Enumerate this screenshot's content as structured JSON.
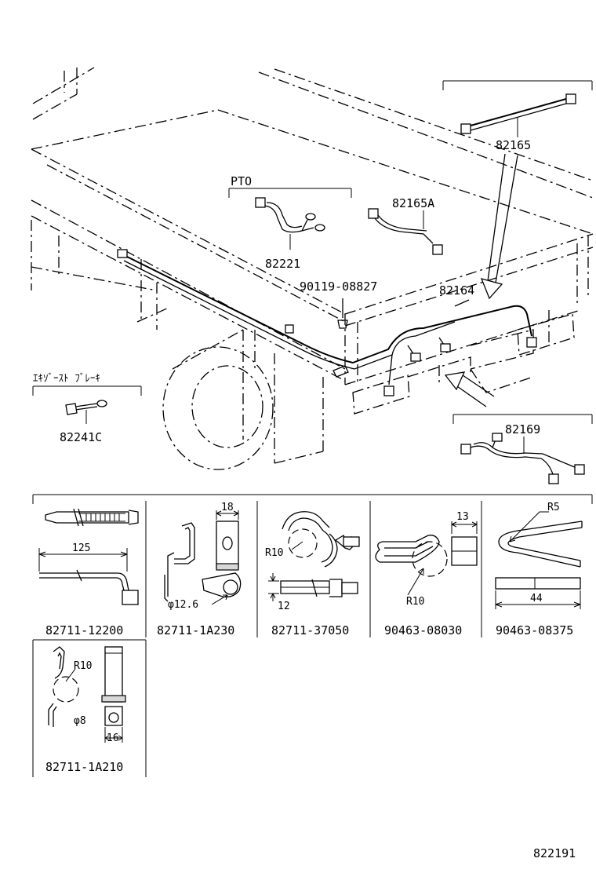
{
  "parts": {
    "p82165": "82165",
    "p82165a": "82165A",
    "pto": "PTO",
    "p82221": "82221",
    "p90119": "90119-08827",
    "p82164": "82164",
    "exhaust_brake": "ｴｷｿﾞｰｽﾄ ﾌﾞﾚｰｷ",
    "p82241c": "82241C",
    "p82169": "82169"
  },
  "clamps": [
    {
      "part_no": "82711-12200",
      "dims": [
        "125"
      ]
    },
    {
      "part_no": "82711-1A230",
      "dims": [
        "18",
        "φ12.6"
      ]
    },
    {
      "part_no": "82711-37050",
      "dims": [
        "R10",
        "12"
      ]
    },
    {
      "part_no": "90463-08030",
      "dims": [
        "13",
        "R10"
      ]
    },
    {
      "part_no": "90463-08375",
      "dims": [
        "R5",
        "44"
      ]
    },
    {
      "part_no": "82711-1A210",
      "dims": [
        "R10",
        "φ8",
        "16"
      ]
    }
  ],
  "diagram_id": "822191"
}
